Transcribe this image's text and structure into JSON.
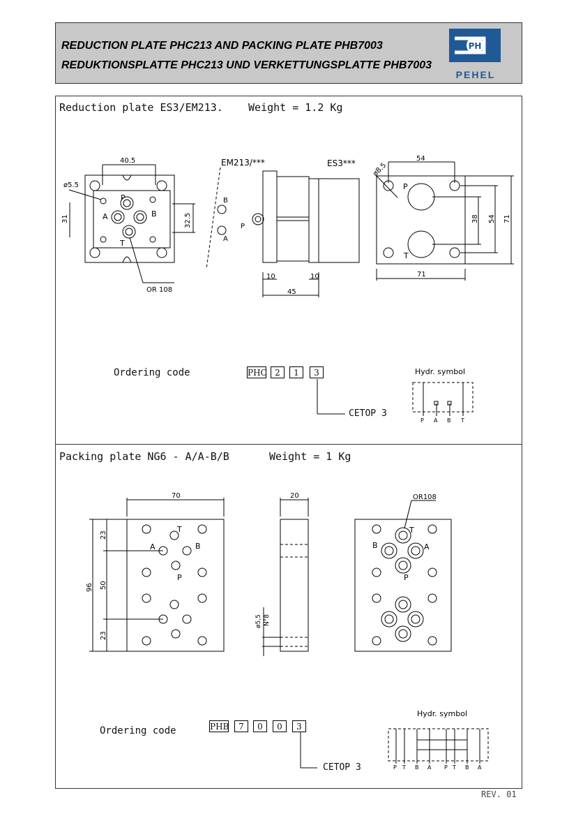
{
  "header": {
    "title_en": "REDUCTION PLATE PHC213 AND PACKING PLATE PHB7003",
    "title_de": "REDUKTIONSPLATTE PHC213 UND VERKETTUNGSPLATTE PHB7003",
    "logo_mark": "PH",
    "logo_text": "PEHEL",
    "brand_color": "#1f5a96"
  },
  "reduction": {
    "title": "Reduction plate ES3/EM213.",
    "weight": "Weight = 1.2 Kg",
    "dims": {
      "d40_5": "40.5",
      "d5_5": "ø5.5",
      "d31": "31",
      "d32_5": "32.5",
      "or108": "OR 108",
      "em213": "EM213/***",
      "es3": "ES3***",
      "d10a": "10",
      "d10b": "10",
      "d45": "45",
      "d8_5": "ø8.5",
      "d54top": "54",
      "d38": "38",
      "d54side": "54",
      "d71side": "71",
      "d71bottom": "71"
    },
    "ports": {
      "p": "P",
      "a": "A",
      "b": "B",
      "t": "T",
      "p2": "P",
      "t2": "T",
      "b2": "B",
      "p3": "P",
      "a3": "A"
    },
    "ordering_label": "Ordering code",
    "code": [
      "PHC",
      "2",
      "1",
      "3"
    ],
    "cetop": "CETOP 3",
    "hydr": {
      "label": "Hydr. symbol",
      "ports": [
        "P",
        "A",
        "B",
        "T"
      ]
    }
  },
  "packing": {
    "title": "Packing plate NG6 - A/A-B/B",
    "weight": "Weight = 1 Kg",
    "dims": {
      "d70": "70",
      "d20": "20",
      "d96": "96",
      "d23a": "23",
      "d50": "50",
      "d23b": "23",
      "d5_5": "ø5,5",
      "n8": "N°8",
      "or108": "OR108"
    },
    "ports": {
      "t": "T",
      "a": "A",
      "b": "B",
      "p": "P",
      "t2": "T",
      "b2": "B",
      "a2": "A",
      "p2": "P"
    },
    "ordering_label": "Ordering code",
    "code": [
      "PHB",
      "7",
      "0",
      "0",
      "3"
    ],
    "cetop": "CETOP 3",
    "hydr": {
      "label": "Hydr. symbol",
      "ports": [
        "P",
        "T",
        "B",
        "A",
        "P",
        "T",
        "B",
        "A"
      ]
    }
  },
  "footer": {
    "rev": "REV. 01"
  }
}
